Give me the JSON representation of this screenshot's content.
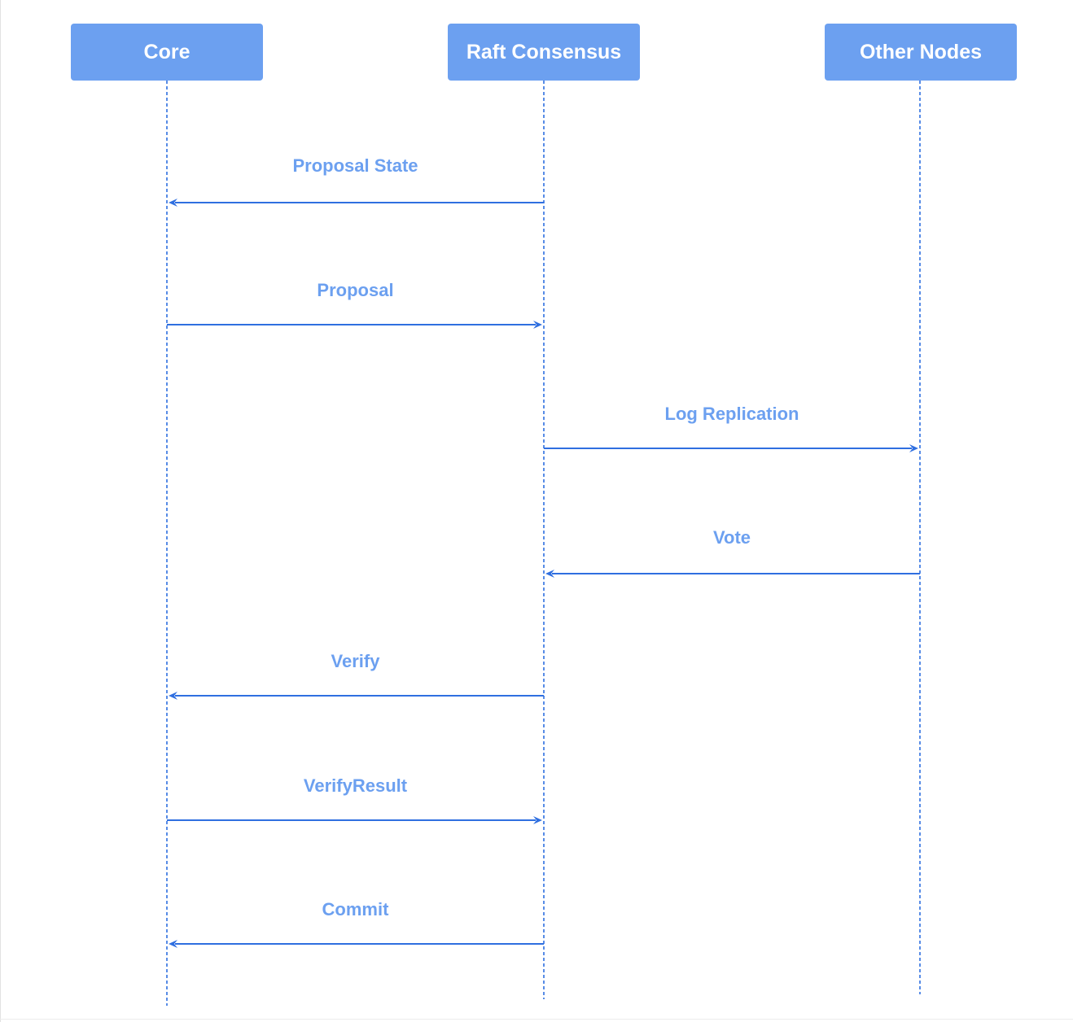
{
  "colors": {
    "participant_fill": "#6ca0f0",
    "arrow": "#2f6fe0",
    "label": "#6ca0f0",
    "lifeline": "#2f6fe0"
  },
  "participants": [
    {
      "id": "core",
      "label": "Core"
    },
    {
      "id": "raft",
      "label": "Raft Consensus"
    },
    {
      "id": "nodes",
      "label": "Other Nodes"
    }
  ],
  "messages": [
    {
      "label": "Proposal State",
      "from": "raft",
      "to": "core"
    },
    {
      "label": "Proposal",
      "from": "core",
      "to": "raft"
    },
    {
      "label": "Log Replication",
      "from": "raft",
      "to": "nodes"
    },
    {
      "label": "Vote",
      "from": "nodes",
      "to": "raft"
    },
    {
      "label": "Verify",
      "from": "raft",
      "to": "core"
    },
    {
      "label": "VerifyResult",
      "from": "core",
      "to": "raft"
    },
    {
      "label": "Commit",
      "from": "raft",
      "to": "core"
    }
  ]
}
